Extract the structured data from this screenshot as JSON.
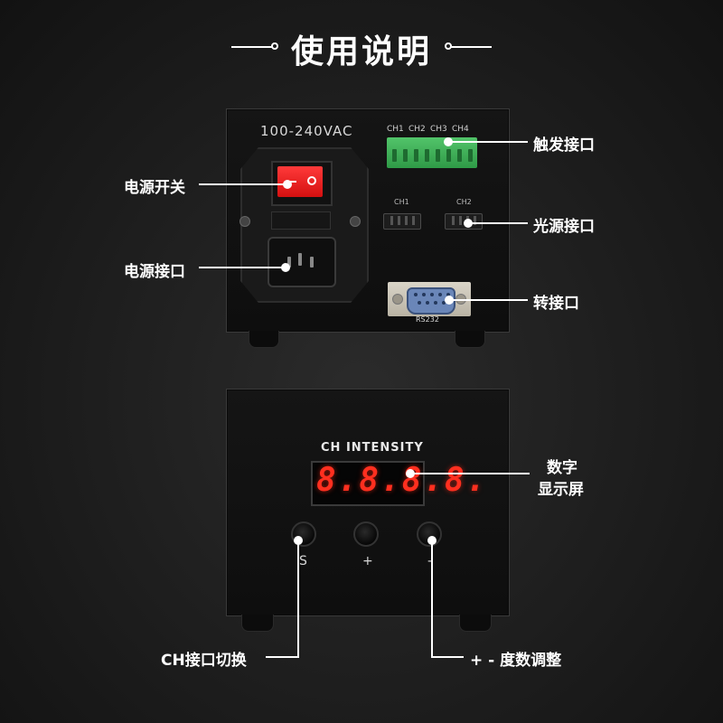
{
  "title": "使用说明",
  "rear_panel": {
    "voltage_label": "100-240VAC",
    "terminal_channels": [
      "CH1",
      "CH2",
      "CH3",
      "CH4"
    ],
    "light_channels": [
      "CH1",
      "CH2"
    ],
    "serial_label": "RS232"
  },
  "front_panel": {
    "display_title": "CH  INTENSITY",
    "display_value": "8.8.8.8.",
    "buttons": [
      "S",
      "+",
      "-"
    ]
  },
  "callouts": {
    "trigger_port": "触发接口",
    "power_switch": "电源开关",
    "light_port": "光源接口",
    "power_port": "电源接口",
    "serial_port": "转接口",
    "display_line1": "数字",
    "display_line2": "显示屏",
    "ch_switch": "CH接口切换",
    "adjust": "+ - 度数调整"
  },
  "colors": {
    "switch": "#e01818",
    "terminal": "#3fb257",
    "display_digits": "#ff2f1f",
    "serial_shell": "#6a86b8"
  },
  "icons": {
    "callout_marker": "white-dot"
  }
}
